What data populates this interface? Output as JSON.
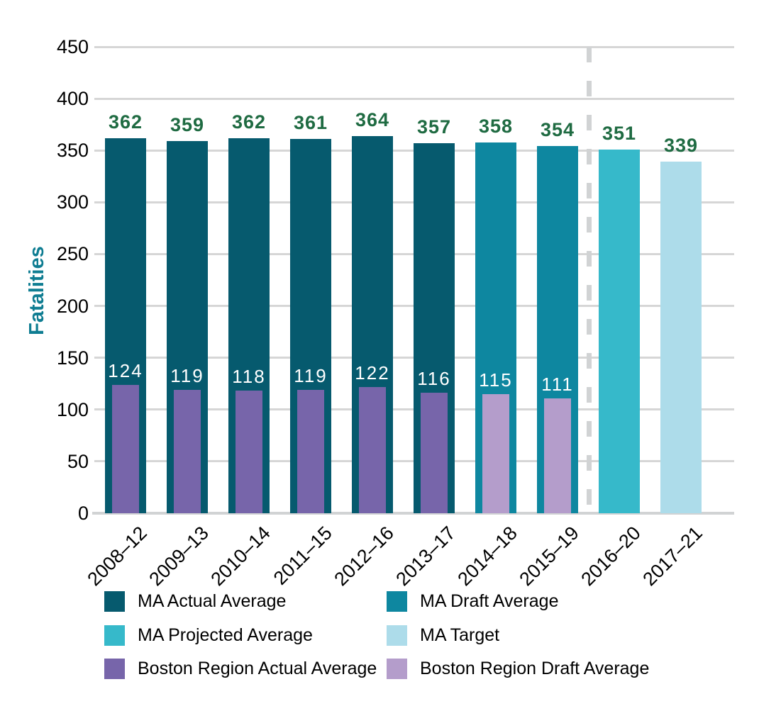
{
  "chart_data": {
    "type": "bar",
    "title": "",
    "xlabel": "",
    "ylabel": "Fatalities",
    "ylim": [
      0,
      450
    ],
    "yticks": [
      0,
      50,
      100,
      150,
      200,
      250,
      300,
      350,
      400,
      450
    ],
    "grid": "horizontal",
    "legend_position": "bottom",
    "categories": [
      "2008–12",
      "2009–13",
      "2010–14",
      "2011–15",
      "2012–16",
      "2013–17",
      "2014–18",
      "2015–19",
      "2016–20",
      "2017–21"
    ],
    "bars": [
      {
        "category": "2008–12",
        "value": 362,
        "series": "ma_actual",
        "inner_value": 124,
        "inner_series": "boston_actual"
      },
      {
        "category": "2009–13",
        "value": 359,
        "series": "ma_actual",
        "inner_value": 119,
        "inner_series": "boston_actual"
      },
      {
        "category": "2010–14",
        "value": 362,
        "series": "ma_actual",
        "inner_value": 118,
        "inner_series": "boston_actual"
      },
      {
        "category": "2011–15",
        "value": 361,
        "series": "ma_actual",
        "inner_value": 119,
        "inner_series": "boston_actual"
      },
      {
        "category": "2012–16",
        "value": 364,
        "series": "ma_actual",
        "inner_value": 122,
        "inner_series": "boston_actual"
      },
      {
        "category": "2013–17",
        "value": 357,
        "series": "ma_actual",
        "inner_value": 116,
        "inner_series": "boston_actual"
      },
      {
        "category": "2014–18",
        "value": 358,
        "series": "ma_draft",
        "inner_value": 115,
        "inner_series": "boston_draft"
      },
      {
        "category": "2015–19",
        "value": 354,
        "series": "ma_draft",
        "inner_value": 111,
        "inner_series": "boston_draft"
      },
      {
        "category": "2016–20",
        "value": 351,
        "series": "ma_projected",
        "inner_value": null,
        "inner_series": null
      },
      {
        "category": "2017–21",
        "value": 339,
        "series": "ma_target",
        "inner_value": null,
        "inner_series": null
      }
    ],
    "divider_between": [
      "2015–19",
      "2016–20"
    ],
    "legend": [
      {
        "label": "MA Actual Average",
        "series": "ma_actual"
      },
      {
        "label": "MA Draft Average",
        "series": "ma_draft"
      },
      {
        "label": "MA Projected Average",
        "series": "ma_projected"
      },
      {
        "label": "MA Target",
        "series": "ma_target"
      },
      {
        "label": "Boston Region Actual Average",
        "series": "boston_actual"
      },
      {
        "label": "Boston Region Draft Average",
        "series": "boston_draft"
      }
    ],
    "colors": {
      "ma_actual": "#065a6e",
      "ma_draft": "#0e87a0",
      "ma_projected": "#36b9ca",
      "ma_target": "#addcea",
      "boston_actual": "#7765aa",
      "boston_draft": "#b49dcb",
      "value_label_green": "#1f6b42",
      "inner_label_white": "#ffffff",
      "axis_title_teal": "#0f7d92",
      "gridline_gray": "#d6d6d6",
      "divider_gray": "#d1d3d4",
      "tick_text_black": "#000000"
    }
  }
}
